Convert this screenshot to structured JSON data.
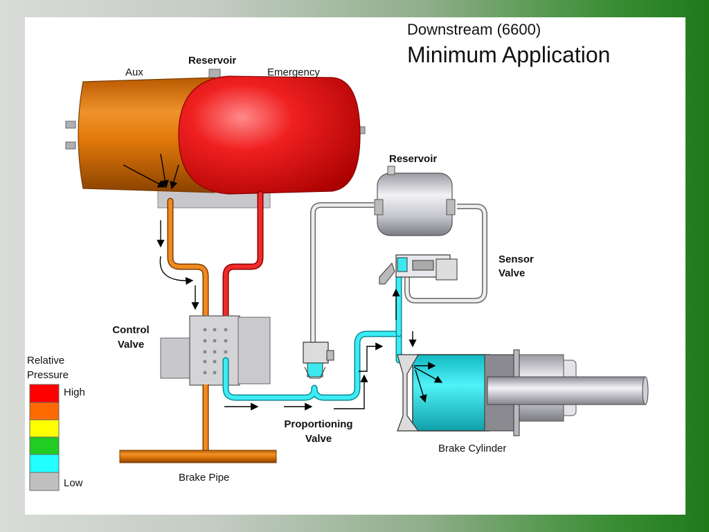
{
  "title": {
    "line1": "Downstream (6600)",
    "line2": "Minimum Application"
  },
  "labels": {
    "reservoir_main": "Reservoir",
    "aux": "Aux",
    "emergency": "Emergency",
    "reservoir_small": "Reservoir",
    "sensor_valve_1": "Sensor",
    "sensor_valve_2": "Valve",
    "control_valve_1": "Control",
    "control_valve_2": "Valve",
    "proportioning_valve_1": "Proportioning",
    "proportioning_valve_2": "Valve",
    "brake_cylinder": "Brake Cylinder",
    "brake_pipe": "Brake Pipe"
  },
  "legend": {
    "title_1": "Relative",
    "title_2": "Pressure",
    "high": "High",
    "low": "Low",
    "colors": [
      "#ff0000",
      "#ff6a00",
      "#ffff00",
      "#22cc22",
      "#22ffff",
      "#c0c0c0"
    ]
  },
  "colors": {
    "aux_orange": "#e0780a",
    "emergency_red": "#e61818",
    "pipe_cyan": "#33e8f0",
    "pipe_gray": "#c8c8c8",
    "frame_green": "#1f7a1a"
  }
}
